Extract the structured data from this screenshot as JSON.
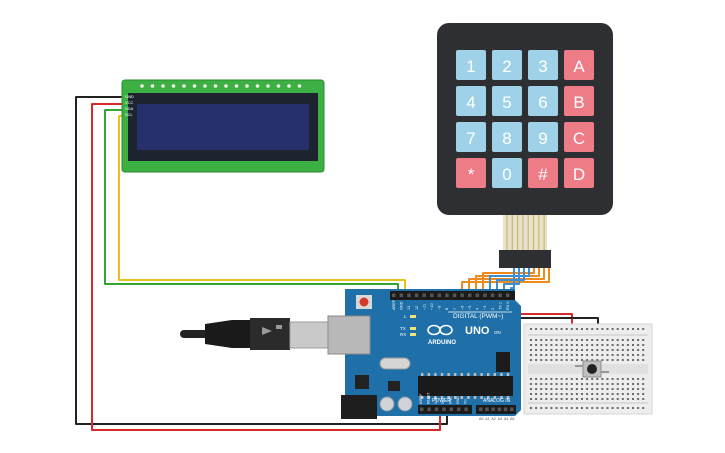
{
  "lcd": {
    "pin_labels": [
      "GND",
      "VCC",
      "SDA",
      "SCL"
    ]
  },
  "keypad": {
    "keys": [
      [
        "1",
        "2",
        "3",
        "A"
      ],
      [
        "4",
        "5",
        "6",
        "B"
      ],
      [
        "7",
        "8",
        "9",
        "C"
      ],
      [
        "*",
        "0",
        "#",
        "D"
      ]
    ],
    "colors": {
      "num": "#9fd1e8",
      "letter": "#ee7c86",
      "frame": "#2d2f33"
    }
  },
  "arduino": {
    "brand": "ARDUINO",
    "model": "UNO",
    "digital_label": "DIGITAL (PWM~)",
    "power_label": "POWER",
    "analog_label": "ANALOG IN",
    "tx_label": "TX",
    "rx_label": "RX",
    "on_label": "ON",
    "l_label": "L",
    "digital_pins": [
      "AREF",
      "GND",
      "13",
      "12",
      "~11",
      "~10",
      "~9",
      "8",
      "7",
      "~6",
      "~5",
      "4",
      "~3",
      "2",
      "TX 1",
      "RX 0"
    ],
    "power_pins": [
      "IOREF",
      "RESET",
      "3.3V",
      "5V",
      "GND",
      "GND",
      "Vin"
    ],
    "analog_pins": [
      "A0",
      "A1",
      "A2",
      "A3",
      "A4",
      "A5"
    ],
    "color": "#1f6fa8"
  },
  "wires": {
    "colors": {
      "gnd": "#222222",
      "vcc": "#d62a2a",
      "sda": "#33a533",
      "scl": "#e6c21b",
      "orange": "#f08a1e",
      "blue": "#3a8fd6"
    }
  }
}
